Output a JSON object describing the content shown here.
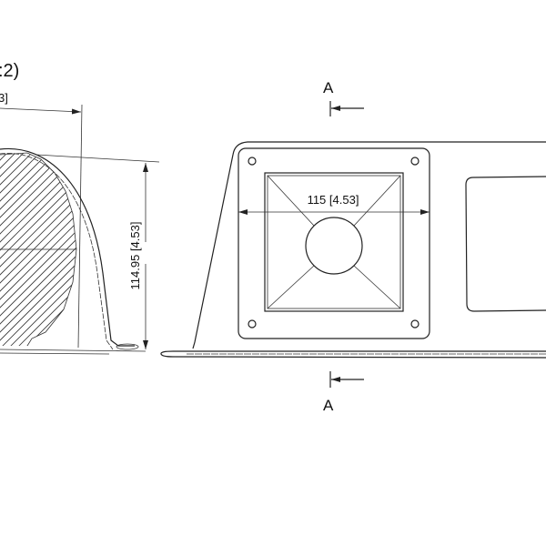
{
  "section_view": {
    "title_fragment": ":2)",
    "top_dimension_fragment": "3]",
    "height_dimension": "114.95 [4.53]"
  },
  "front_view": {
    "width_dimension": "115 [4.53]",
    "section_marker_top": "A",
    "section_marker_bottom": "A"
  },
  "colors": {
    "line": "#222222",
    "background": "#ffffff"
  }
}
